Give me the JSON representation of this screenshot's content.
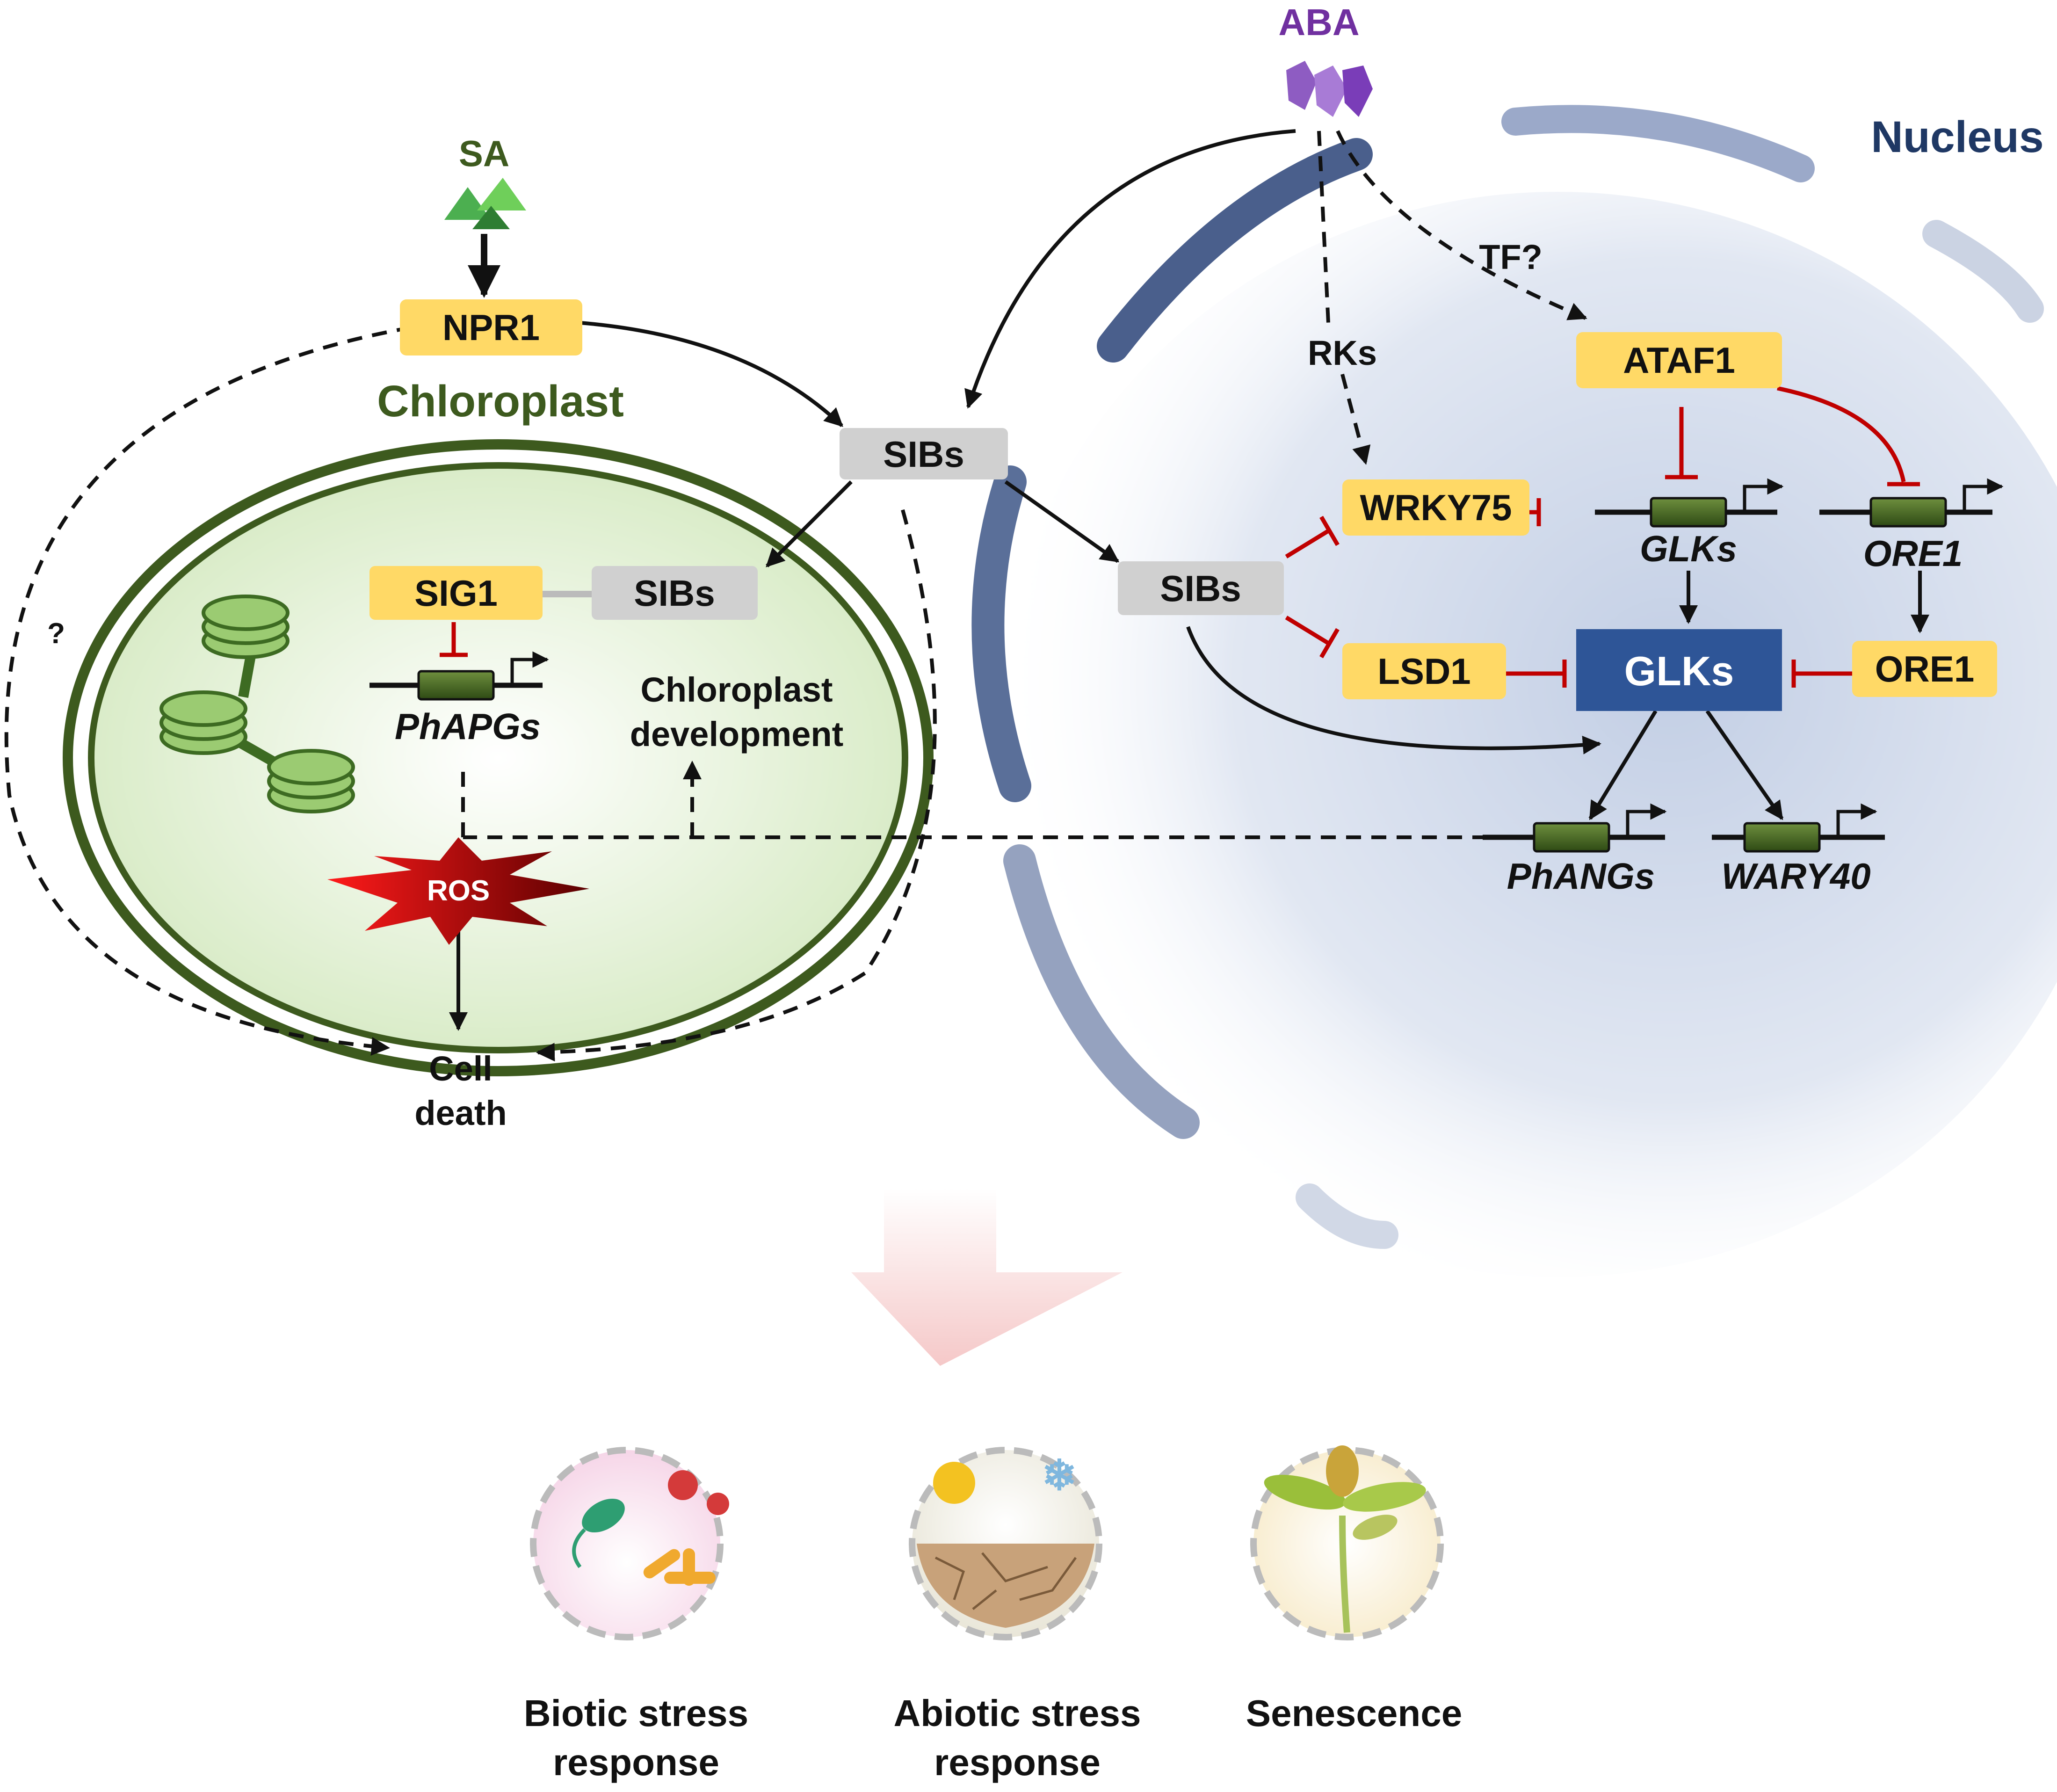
{
  "signals": {
    "sa": "SA",
    "aba": "ABA"
  },
  "compartments": {
    "chloroplast": "Chloroplast",
    "nucleus": "Nucleus"
  },
  "proteins": {
    "npr1": "NPR1",
    "sibs_center": "SIBs",
    "sibs_chloroplast": "SIBs",
    "sibs_nucleus": "SIBs",
    "sig1": "SIG1",
    "ataf1": "ATAF1",
    "wrky75": "WRKY75",
    "lsd1": "LSD1",
    "glks_protein": "GLKs",
    "ore1_protein": "ORE1",
    "ros": "ROS"
  },
  "genes": {
    "phapgs": "PhAPGs",
    "glks_gene": "GLKs",
    "ore1_gene": "ORE1",
    "phangs": "PhANGs",
    "wary40": "WARY40"
  },
  "labels": {
    "rks": "RKs",
    "tf": "TF?",
    "question": "?",
    "chloroplast_development": [
      "Chloroplast",
      "development"
    ],
    "cell_death": [
      "Cell",
      "death"
    ]
  },
  "outcomes": [
    {
      "lines": [
        "Biotic stress",
        "response"
      ]
    },
    {
      "lines": [
        "Abiotic stress",
        "response"
      ]
    },
    {
      "lines": [
        "Senescence"
      ]
    }
  ],
  "colors": {
    "yellow_box": "#FFD966",
    "gray_box": "#D0D0D0",
    "glk_box": "#2E5597",
    "chloroplast_green": "#3D5A1E",
    "nucleus_blue": "#1F3864",
    "aba_purple": "#7030A0",
    "inhibit_red": "#C00000",
    "sa_green": "#4CAF50"
  }
}
